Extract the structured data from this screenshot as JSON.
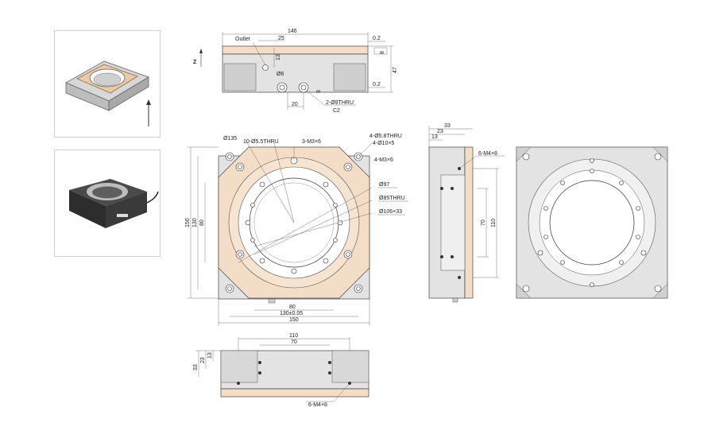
{
  "axis_label": "Z",
  "side_view": {
    "outlet": "Outlet",
    "dim_146": "146",
    "dim_25": "25",
    "dim_13": "13",
    "dim_phi6": "Ø6",
    "dim_0_2_top": "0.2",
    "dim_8_top": "8",
    "dim_47": "47",
    "dim_0_2_bottom": "0.2",
    "dim_20": "20",
    "dim_8_side": "8",
    "thru": "2-Ø9THRU",
    "chamfer": "C2"
  },
  "top_view": {
    "phi135": "Ø135",
    "thru10": "10-Ø5.5THRU",
    "m3x6_3": "3-M3×6",
    "thru4": "4-Ø5.8THRU",
    "cb4": "4-Ø10×5",
    "m3x6_4": "4-M3×6",
    "phi97": "Ø97",
    "phi85": "Ø85THRU",
    "phi106": "Ø106×33",
    "dim_150_v": "150",
    "dim_130_v": "130",
    "dim_80_v": "80",
    "dim_80_h": "80",
    "dim_130_h": "130±0.05",
    "dim_150_h": "150"
  },
  "right_side_view": {
    "dim_33": "33",
    "dim_23": "23",
    "dim_13": "13",
    "m4": "6-M4×8",
    "dim_70": "70",
    "dim_110": "110"
  },
  "bottom_view": {
    "dim_110": "110",
    "dim_70": "70",
    "dim_33": "33",
    "dim_23": "23",
    "dim_13": "13",
    "m4": "6-M4×8"
  }
}
